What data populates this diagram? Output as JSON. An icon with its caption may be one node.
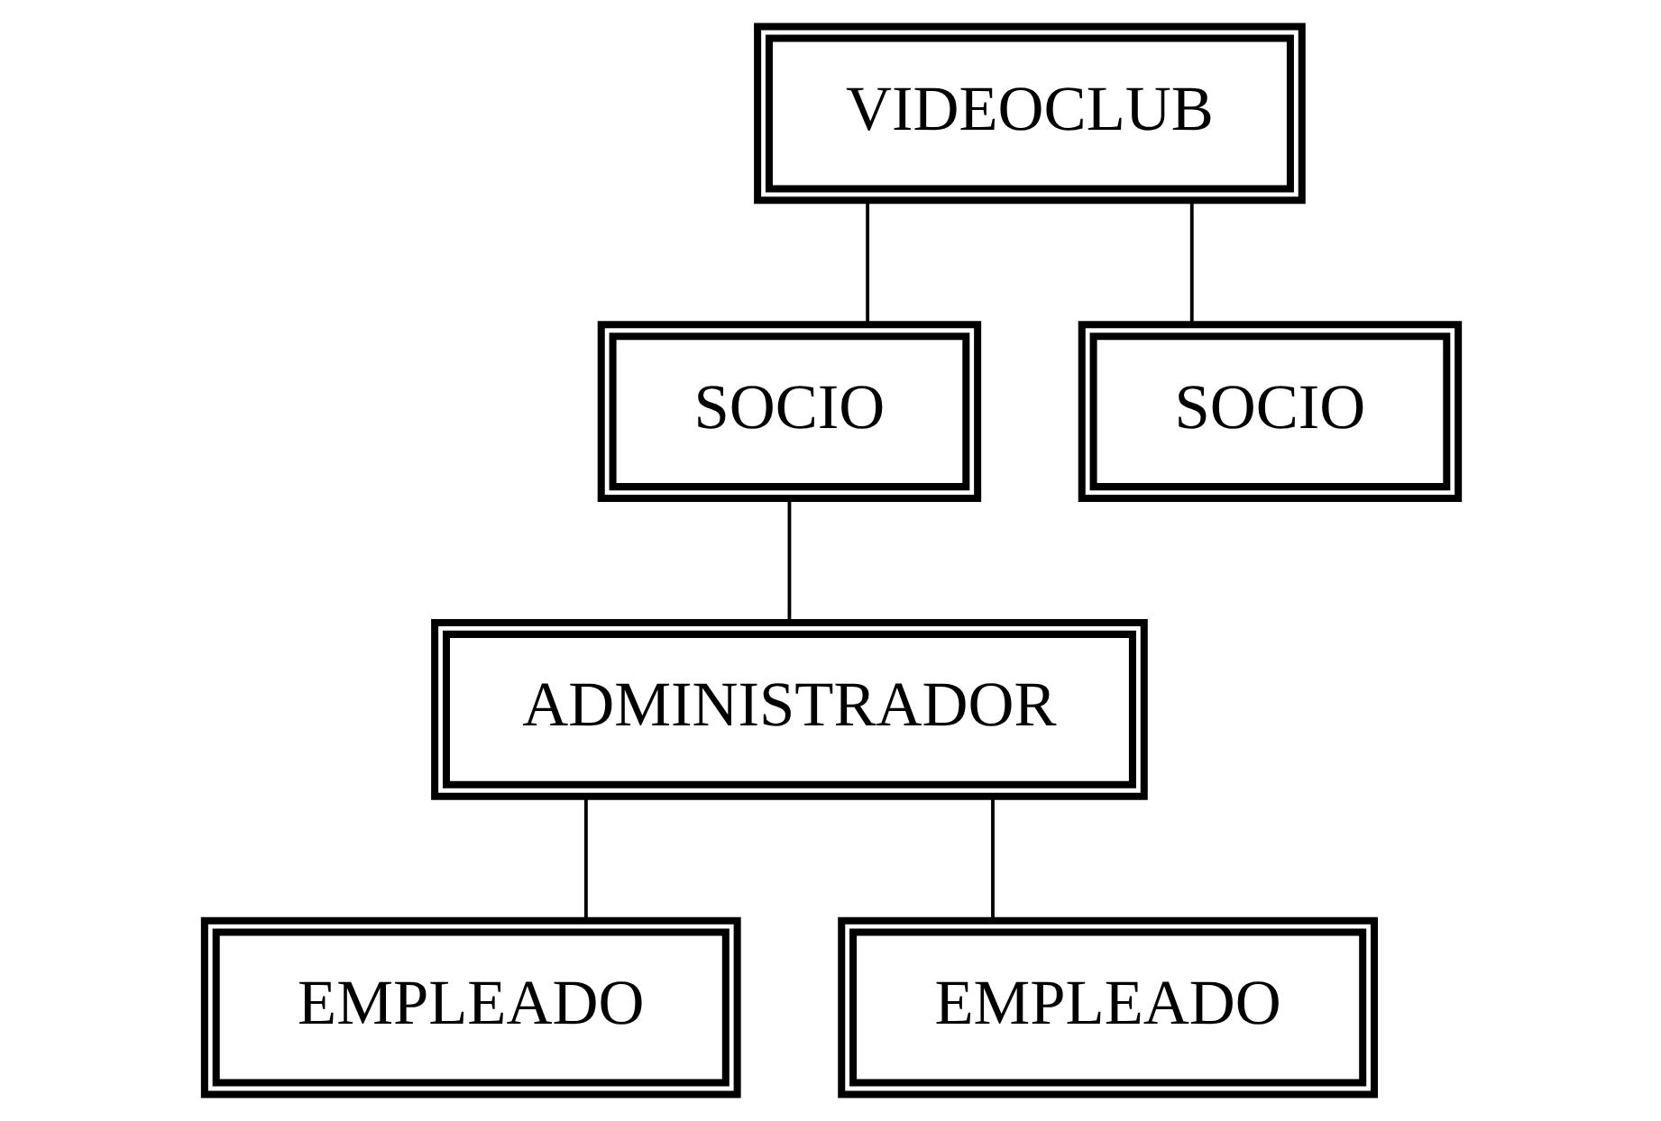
{
  "diagram": {
    "nodes": [
      {
        "text": [
          "VIDEOCLUB"
        ]
      },
      {
        "text": [
          "SOCIO"
        ]
      },
      {
        "text": [
          "SOCIO"
        ]
      },
      {
        "text": [
          "ADMINISTRADOR"
        ]
      },
      {
        "text": [
          "EMPLEADO"
        ]
      },
      {
        "text": [
          "EMPLEADO"
        ]
      }
    ],
    "edges": [
      {
        "from": 0,
        "to": 1,
        "arrow": "none"
      },
      {
        "from": 0,
        "to": 2,
        "arrow": "none"
      },
      {
        "from": 1,
        "to": 3,
        "arrow": "none"
      },
      {
        "from": 3,
        "to": 4,
        "arrow": "none"
      },
      {
        "from": 3,
        "to": 5,
        "arrow": "none"
      }
    ]
  }
}
